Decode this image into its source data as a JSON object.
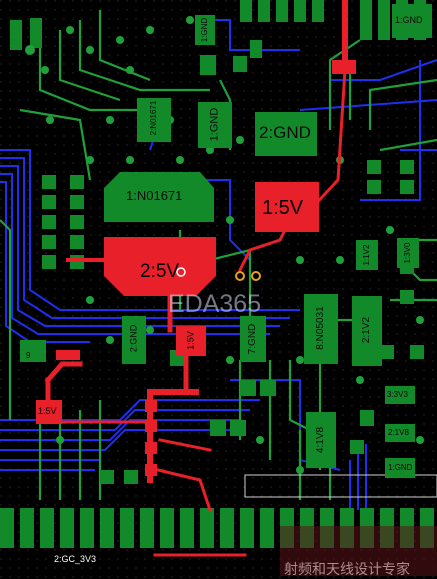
{
  "pads": {
    "gnd_small_top": "1:GND",
    "gnd_top_right": "1:GND",
    "n_rot": "2:N01671",
    "gnd_1": "1:GND",
    "gnd_2": "2:GND",
    "n01671": "1:N01671",
    "v15_big": "1:5V",
    "v25": "2:5V",
    "gnd_vert": "2:GND",
    "v15_small": "1:5V",
    "gnd_7": "7:GND",
    "n05031": "8:N05031",
    "v12_a": "2:1V2",
    "v12_b": "1:1V2",
    "v33_small": "1:3V0",
    "v18": "4:1V8",
    "v33_right": "3:3V3",
    "v18_right": "2:1V8",
    "gnd_right": "1:GND",
    "nine": "9",
    "v15_left": "1:5V",
    "bottom_left": "2:GC_3V3"
  },
  "overlay": {
    "watermark": "EDA365",
    "footer": "射频和天线设计专家"
  },
  "colors": {
    "copper_red": "#e8202a",
    "pad_green": "#138a2a",
    "trace_green": "#1fa03a",
    "trace_blue": "#1f2ff0",
    "background": "#000000"
  }
}
